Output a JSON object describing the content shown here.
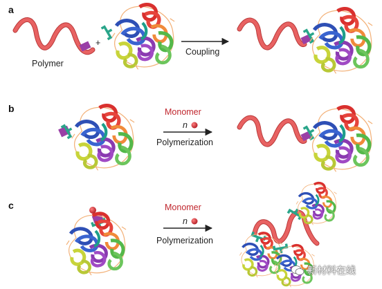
{
  "panels": [
    {
      "id": "a",
      "label": "a",
      "polymer_label": "Polymer",
      "plus": "+",
      "arrow_label": "Coupling"
    },
    {
      "id": "b",
      "label": "b",
      "reagent": "Monomer",
      "count": "n",
      "arrow_label": "Polymerization"
    },
    {
      "id": "c",
      "label": "c",
      "reagent": "Monomer",
      "count": "n",
      "arrow_label": "Polymerization"
    }
  ],
  "watermark": {
    "text": "新材料在线"
  },
  "colors": {
    "polymer": "#e05555",
    "polymer_edge": "#b93a3a",
    "linker": "#9a3fa6",
    "linker_teal": "#2aa58a",
    "monomer": "#c0262d",
    "arrow": "#222222"
  }
}
